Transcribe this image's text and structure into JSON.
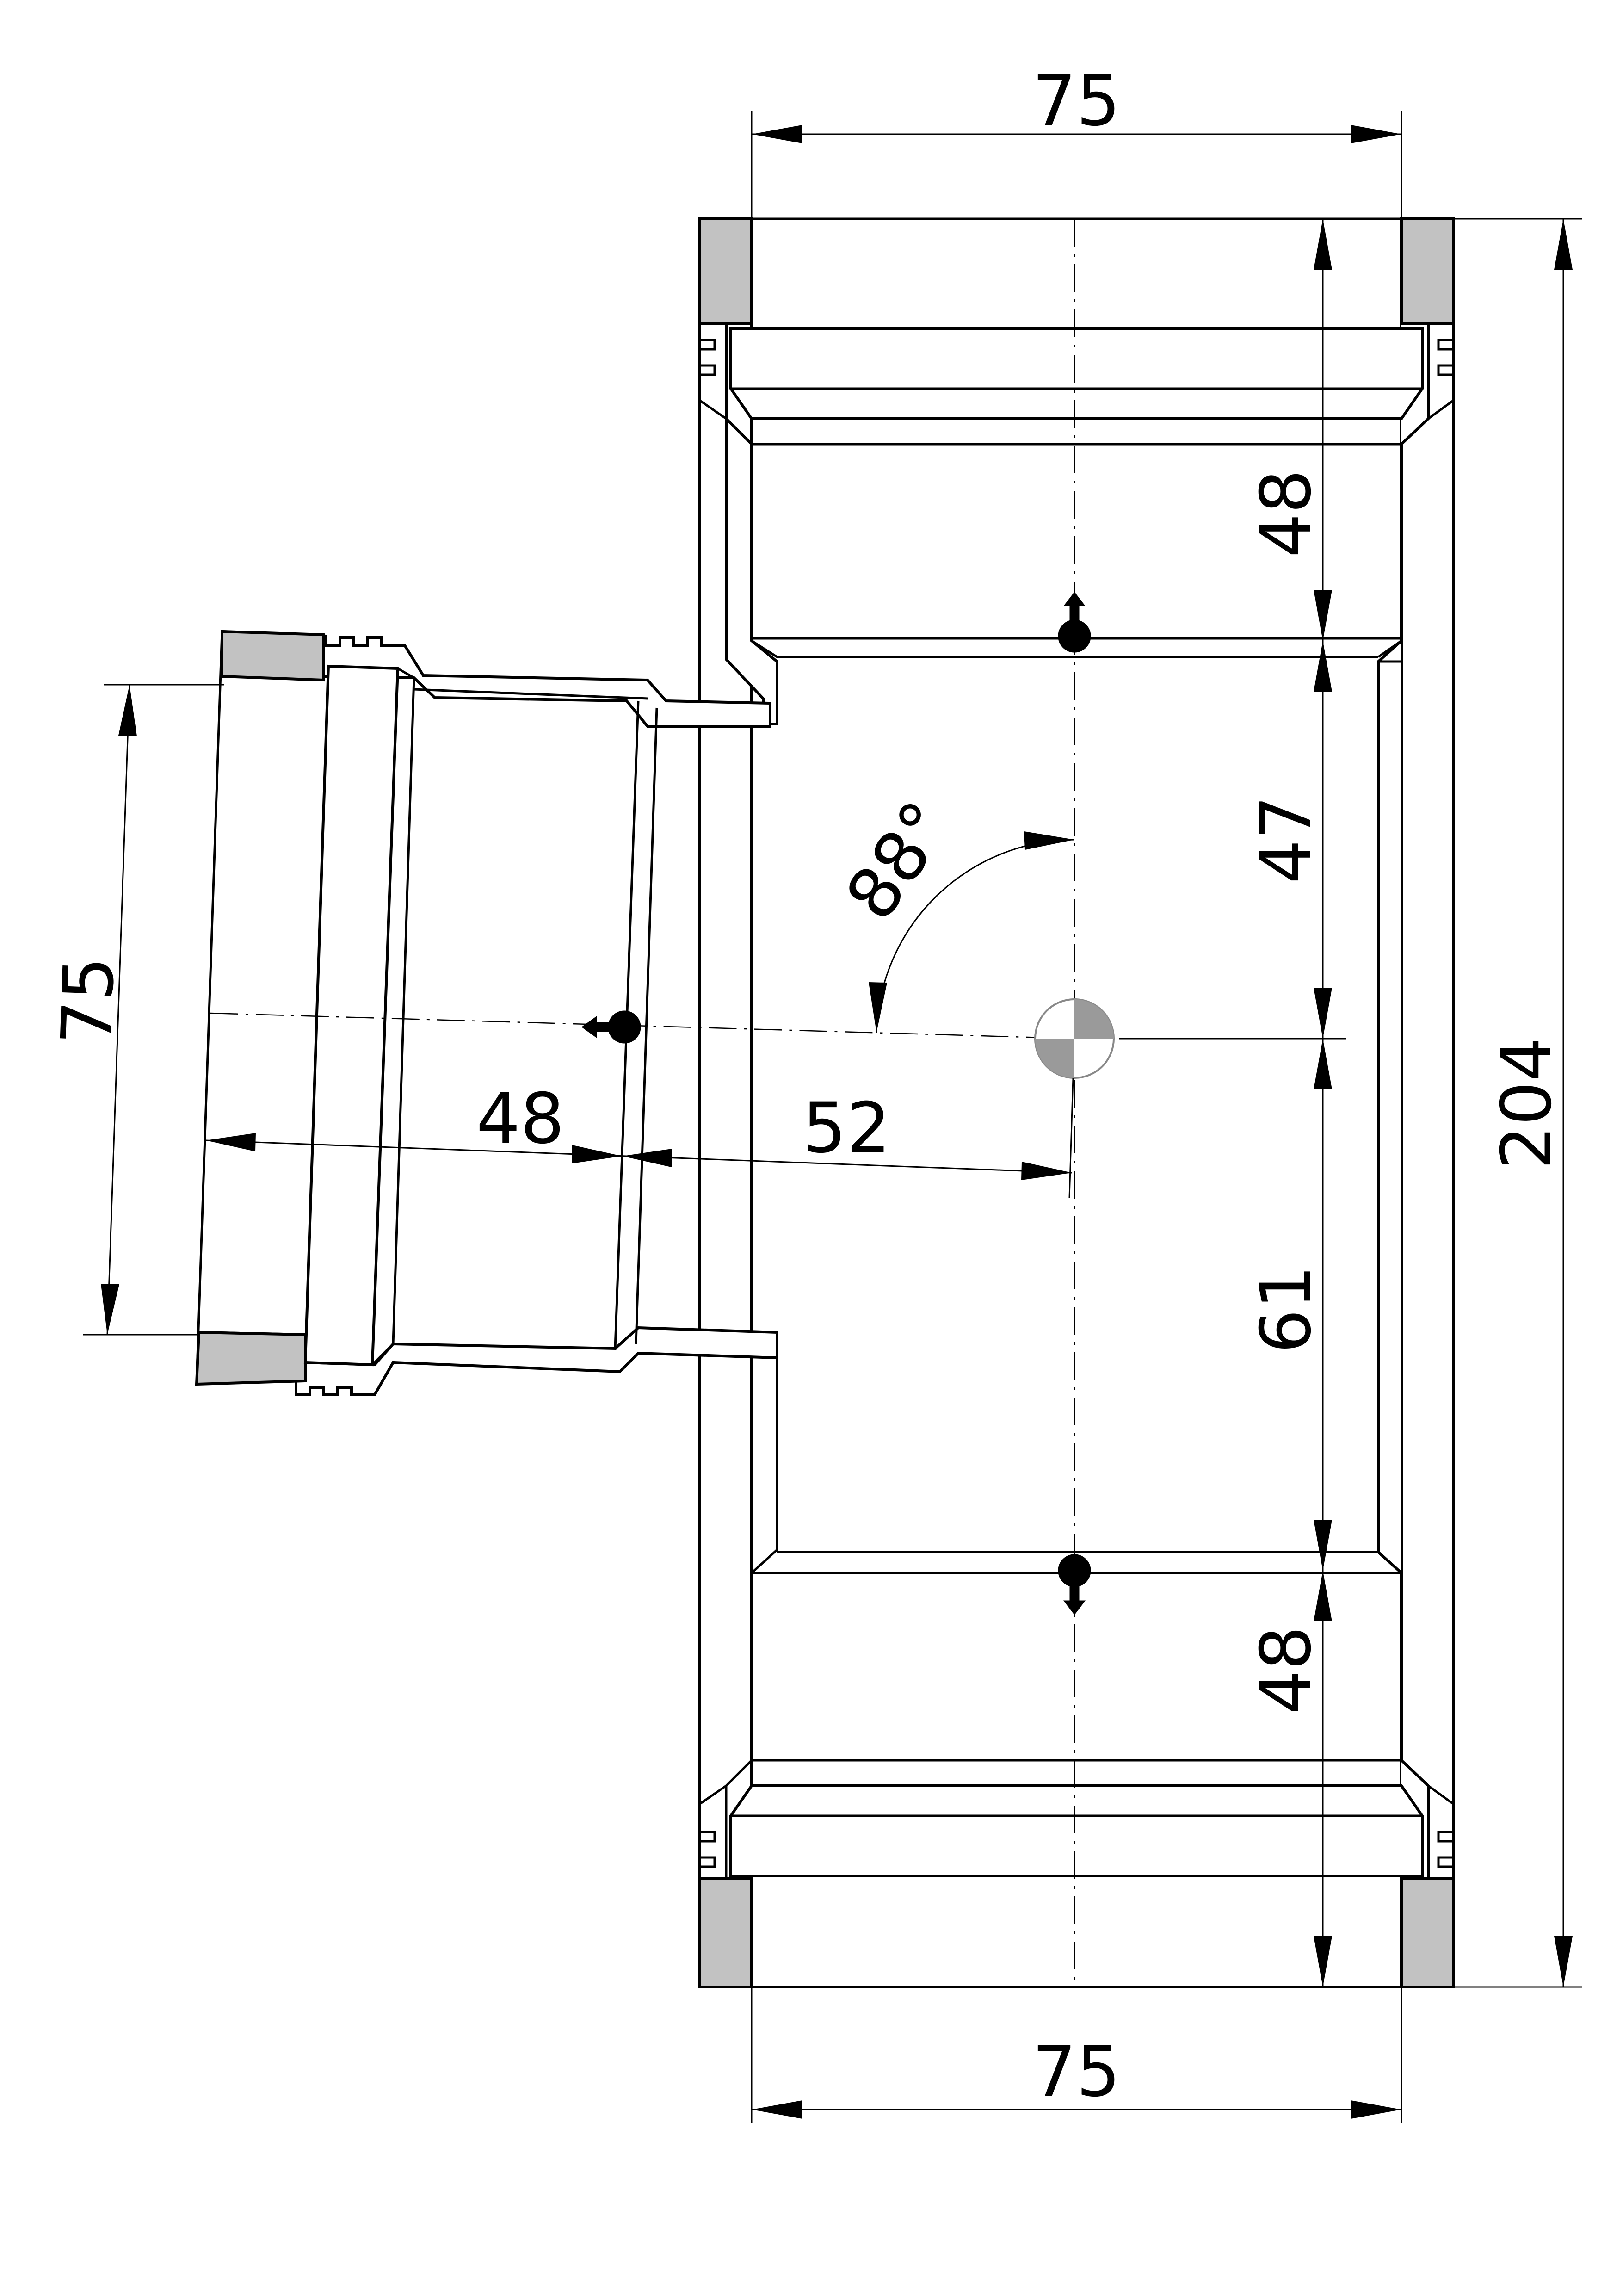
{
  "dimensions": {
    "top_width": "75",
    "bottom_width": "75",
    "branch_width": "75",
    "total_length": "204",
    "top_socket_depth": "48",
    "upper_body": "47",
    "lower_body": "61",
    "bottom_socket_depth": "48",
    "branch_socket_depth": "48",
    "branch_offset": "52",
    "branch_angle": "88°"
  },
  "colors": {
    "seal": "#c2c2c2",
    "line": "#000000",
    "background": "#ffffff"
  }
}
